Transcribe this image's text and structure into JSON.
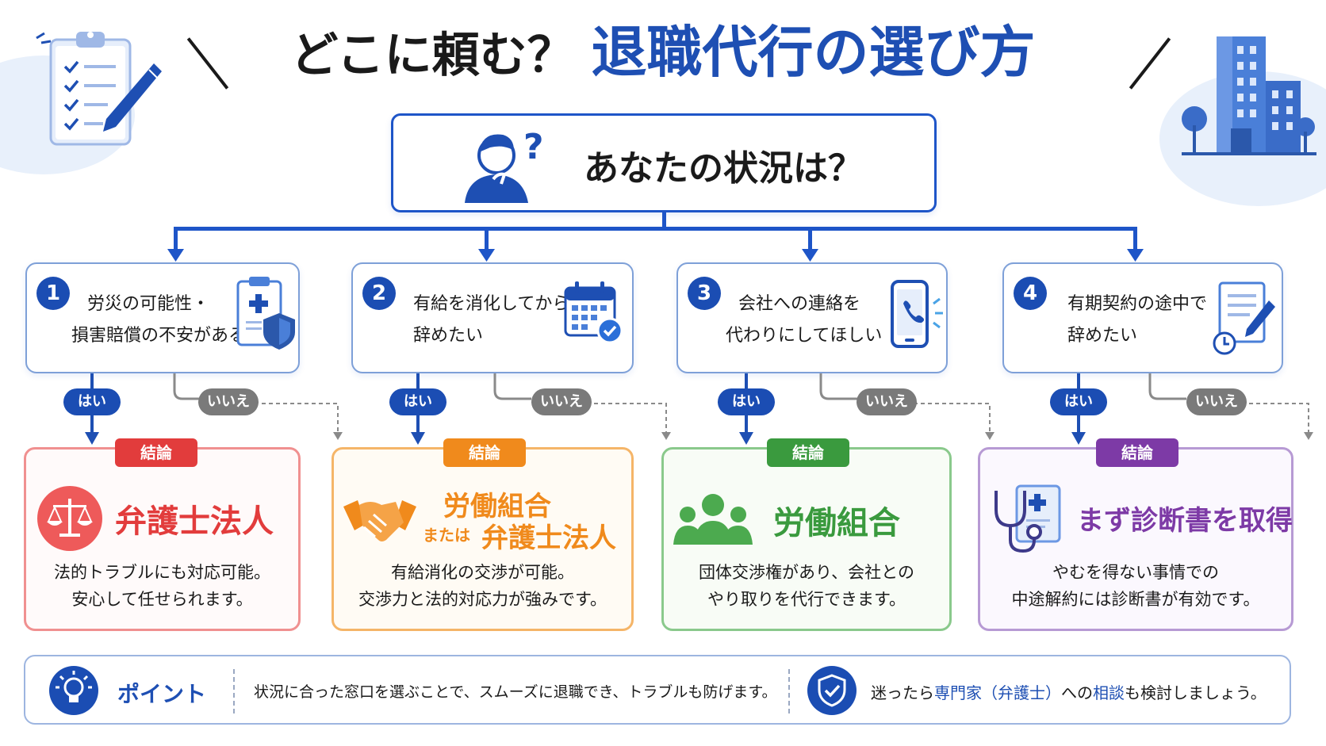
{
  "title": {
    "part1": "どこに頼む？",
    "part2": "退職代行の選び方"
  },
  "question": "あなたの状況は？",
  "options": [
    {
      "num": "1",
      "line1": "労災の可能性・",
      "line2": "損害賠償の不安がある"
    },
    {
      "num": "2",
      "line1": "有給を消化してから",
      "line2": "辞めたい"
    },
    {
      "num": "3",
      "line1": "会社への連絡を",
      "line2": "代わりにしてほしい"
    },
    {
      "num": "4",
      "line1": "有期契約の途中で",
      "line2": "辞めたい"
    }
  ],
  "yes_label": "はい",
  "no_label": "いいえ",
  "conclusion_tag": "結論",
  "conclusions": [
    {
      "title": "弁護士法人",
      "desc1": "法的トラブルにも対応可能。",
      "desc2": "安心して任せられます。"
    },
    {
      "title": "労働組合",
      "or": "または",
      "title2": "弁護士法人",
      "desc1": "有給消化の交渉が可能。",
      "desc2": "交渉力と法的対応力が強みです。"
    },
    {
      "title": "労働組合",
      "desc1": "団体交渉権があり、会社との",
      "desc2": "やり取りを代行できます。"
    },
    {
      "title": "まず診断書を取得",
      "desc1": "やむを得ない事情での",
      "desc2": "中途解約には診断書が有効です。"
    }
  ],
  "banner": {
    "label": "ポイント",
    "text": "状況に合った窓口を選ぶことで、スムーズに退職でき、トラブルも防げます。",
    "tip_1": "迷ったら",
    "tip_2": "専門家（弁護士）",
    "tip_3": "への",
    "tip_4": "相談",
    "tip_5": "も検討しましょう。"
  },
  "colors": {
    "primary": "#1e55c8",
    "red": "#e23c3c",
    "orange": "#f08a1c",
    "green": "#3a9a3e",
    "purple": "#7d3aa6"
  }
}
